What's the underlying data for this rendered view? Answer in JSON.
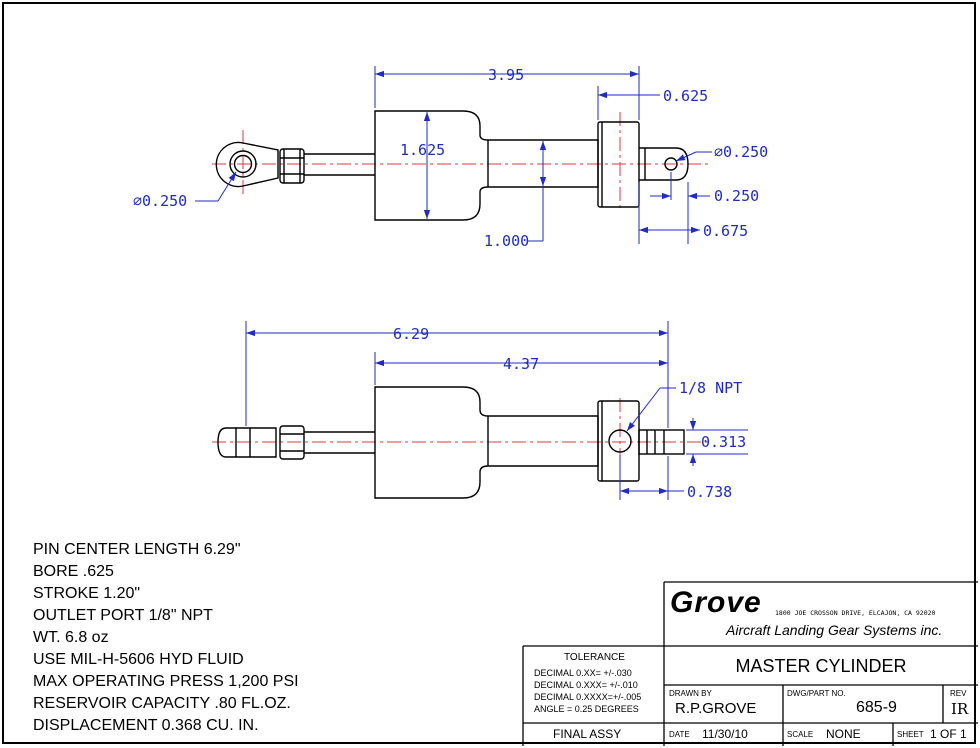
{
  "top_view": {
    "dims": {
      "overall": "3.95",
      "flange_width": "0.625",
      "body_dia": "1.625",
      "pin_dia_right": "⌀0.250",
      "pin_dia_left": "⌀0.250",
      "rod_end_offset": "0.250",
      "rod_end_length": "0.675",
      "neck_dia": "1.000"
    }
  },
  "side_view": {
    "dims": {
      "pin_center": "6.29",
      "body_length": "4.37",
      "port": "1/8 NPT",
      "stub_dia": "0.313",
      "port_offset": "0.738"
    }
  },
  "notes": [
    "PIN CENTER LENGTH 6.29\"",
    "BORE .625",
    "STROKE 1.20\"",
    "OUTLET PORT 1/8\" NPT",
    "WT. 6.8 oz",
    "USE MIL-H-5606 HYD FLUID",
    "MAX OPERATING PRESS 1,200 PSI",
    "RESERVOIR CAPACITY .80 FL.OZ.",
    "DISPLACEMENT 0.368 CU. IN."
  ],
  "title_block": {
    "company": "Grove",
    "address": "1800 JOE CROSSON DRIVE, ELCAJON, CA 92020",
    "company_full": "Aircraft Landing Gear Systems inc.",
    "tolerance_heading": "TOLERANCE",
    "tolerances": [
      "DECIMAL 0.XX=  +/-.030",
      "DECIMAL 0.XXX= +/-.010",
      "DECIMAL 0.XXXX=+/-.005",
      "ANGLE = 0.25 DEGREES"
    ],
    "title": "MASTER CYLINDER",
    "drawn_by_label": "DRAWN BY",
    "drawn_by": "R.P.GROVE",
    "dwg_label": "DWG/PART NO.",
    "dwg_no": "685-9",
    "rev_label": "REV",
    "rev": "IR",
    "assy": "FINAL ASSY",
    "date_label": "DATE",
    "date": "11/30/10",
    "scale_label": "SCALE",
    "scale": "NONE",
    "sheet_label": "SHEET",
    "sheet": "1 OF 1"
  },
  "colors": {
    "dimension": "#1f2bc4",
    "centerline": "#e0393c",
    "outline": "#000000"
  }
}
